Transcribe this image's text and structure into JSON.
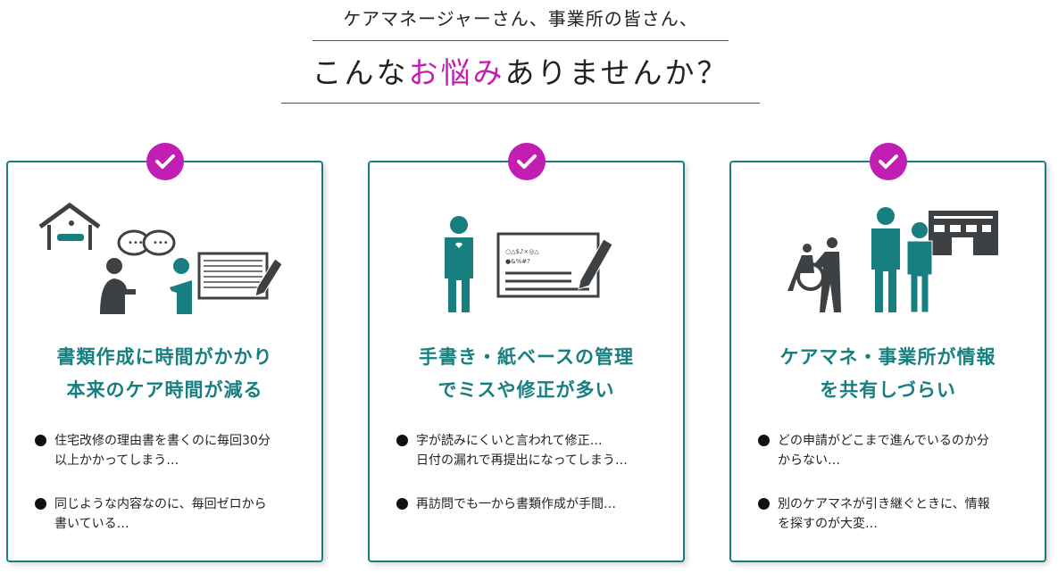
{
  "header": {
    "subtitle": "ケアマネージャーさん、事業所の皆さん、",
    "title_pre": "こんな",
    "title_highlight": "お悩み",
    "title_post": "ありませんか？"
  },
  "colors": {
    "accent": "#c21eb4",
    "teal": "#177f80"
  },
  "cards": [
    {
      "icon": "care-consultation-illustration",
      "heading": [
        "書類作成に時間がかかり",
        "本来のケア時間が減る"
      ],
      "bullets": [
        [
          "住宅改修の理由書を書くのに毎回30分",
          "以上かかってしまう…"
        ],
        [
          "同じような内容なのに、毎回ゼロから",
          "書いている…"
        ]
      ]
    },
    {
      "icon": "paper-document-illustration",
      "heading": [
        "手書き・紙ベースの管理",
        "でミスや修正が多い"
      ],
      "bullets": [
        [
          "字が読みにくいと言われて修正…",
          "日付の漏れで再提出になってしまう…"
        ],
        [
          "再訪問でも一から書類作成が手間…"
        ]
      ]
    },
    {
      "icon": "care-facility-illustration",
      "heading": [
        "ケアマネ・事業所が情報",
        "を共有しづらい"
      ],
      "bullets": [
        [
          "どの申請がどこまで進んでいるのか分",
          "からない…"
        ],
        [
          "別のケアマネが引き継ぐときに、情報",
          "を探すのが大変…"
        ]
      ]
    }
  ]
}
